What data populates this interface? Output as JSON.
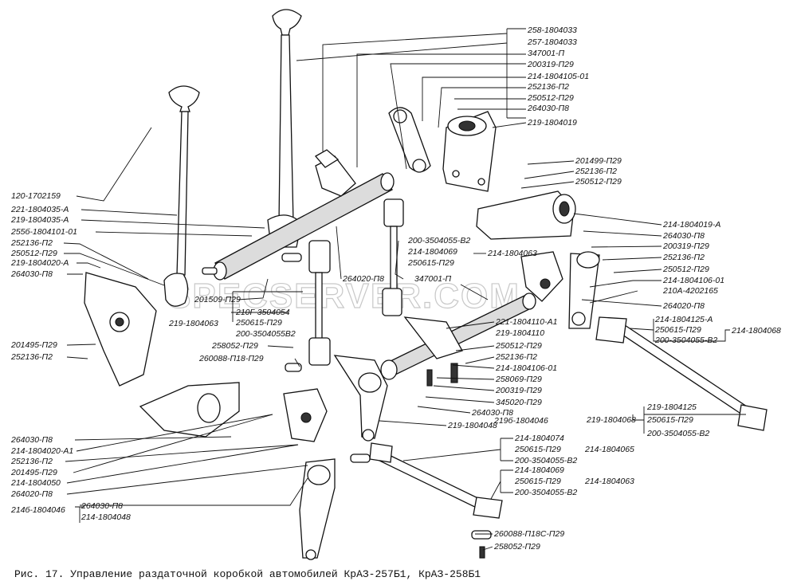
{
  "watermark": "SPECSERVER.COM",
  "caption": "Рис. 17. Управление раздаточной коробкой автомобилей КрАЗ-257Б1, КрАЗ-258Б1",
  "labels": {
    "right_top": [
      "258-1804033",
      "257-1804033",
      "347001-П",
      "200319-П29",
      "214-1804105-01",
      "252136-П2",
      "250512-П29",
      "264030-П8",
      "219-1804019"
    ],
    "right_mid": [
      "201499-П29",
      "252136-П2",
      "250512-П29"
    ],
    "right_b": [
      "214-1804019-А",
      "264030-П8",
      "200319-П29",
      "252136-П2",
      "250512-П29",
      "214-1804106-01",
      "210А-4202165"
    ],
    "l264020": "264020-П8",
    "right_c": [
      "214-1804125-А",
      "250615-П29",
      "200-3504055-В2"
    ],
    "r214_1804068": "214-1804068",
    "right_d": [
      "219-1804125",
      "250615-П29",
      "200-3504055-В2"
    ],
    "r219_1804068": "219-1804068",
    "left": [
      "120-1702159",
      "221-1804035-А",
      "219-1804035-А",
      "255б-1804101-01",
      "252136-П2",
      "250512-П29",
      "219-1804020-А",
      "264030-П8"
    ],
    "left_b": [
      "201495-П29",
      "252136-П2"
    ],
    "left_c": [
      "264030-П8",
      "214-1804020-А1",
      "252136-П2",
      "201495-П29",
      "214-1804050",
      "264020-П8",
      "214б-1804046"
    ],
    "left_c2": [
      "264030-П8",
      "214-1804048"
    ],
    "center": {
      "l201509": "201509-П29",
      "l219_1804063": "219-1804063",
      "grp1": [
        "210Г-3504054",
        "250615-П29",
        "200-3504055В2"
      ],
      "l258052a": "258052-П29",
      "l260088a": "260088-П18-П29",
      "l264020b": "264020-П8",
      "l347001b": "347001-П",
      "grp2": [
        "200-3504055-В2",
        "214-1804069",
        "250615-П29"
      ],
      "l214_1804063a": "214-1804063",
      "grp3": [
        "221-1804110-А1",
        "219-1804110",
        "250512-П29",
        "252136-П2",
        "214-1804106-01",
        "258069-П29",
        "200319-П29",
        "345020-П29"
      ],
      "l264030c": "264030-П8",
      "l219_1804048": "219-1804048",
      "l219б": "219б-1804046",
      "grp4": [
        "214-1804074",
        "250615-П29",
        "200-3504055-В2"
      ],
      "l214_1804065": "214-1804065",
      "grp5": [
        "214-1804069",
        "250615-П29",
        "200-3504055-В2"
      ],
      "l214_1804063b": "214-1804063",
      "l260088b": "260088-П18С-П29",
      "l258052b": "258052-П29"
    }
  }
}
